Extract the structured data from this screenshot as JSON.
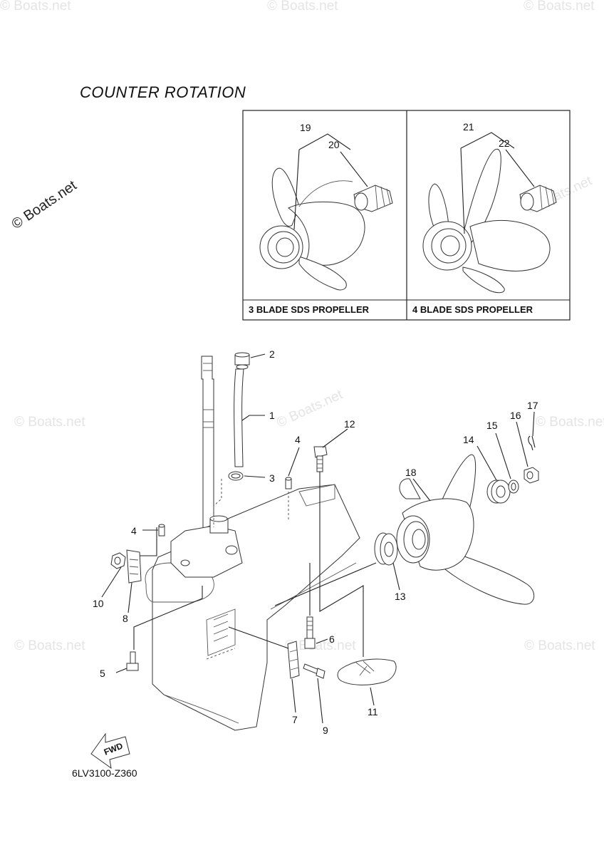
{
  "title": "COUNTER  ROTATION",
  "diagram_code": "6LV3100-Z360",
  "fwd_label": "FWD",
  "watermark": "© Boats.net",
  "inset_panels": [
    {
      "caption": "3 BLADE SDS PROPELLER",
      "callouts": [
        "19",
        "20"
      ]
    },
    {
      "caption": "4 BLADE SDS PROPELLER",
      "callouts": [
        "21",
        "22"
      ]
    }
  ],
  "callouts": [
    "1",
    "2",
    "3",
    "4",
    "4",
    "5",
    "6",
    "7",
    "8",
    "9",
    "10",
    "11",
    "12",
    "13",
    "14",
    "15",
    "16",
    "17",
    "18"
  ]
}
